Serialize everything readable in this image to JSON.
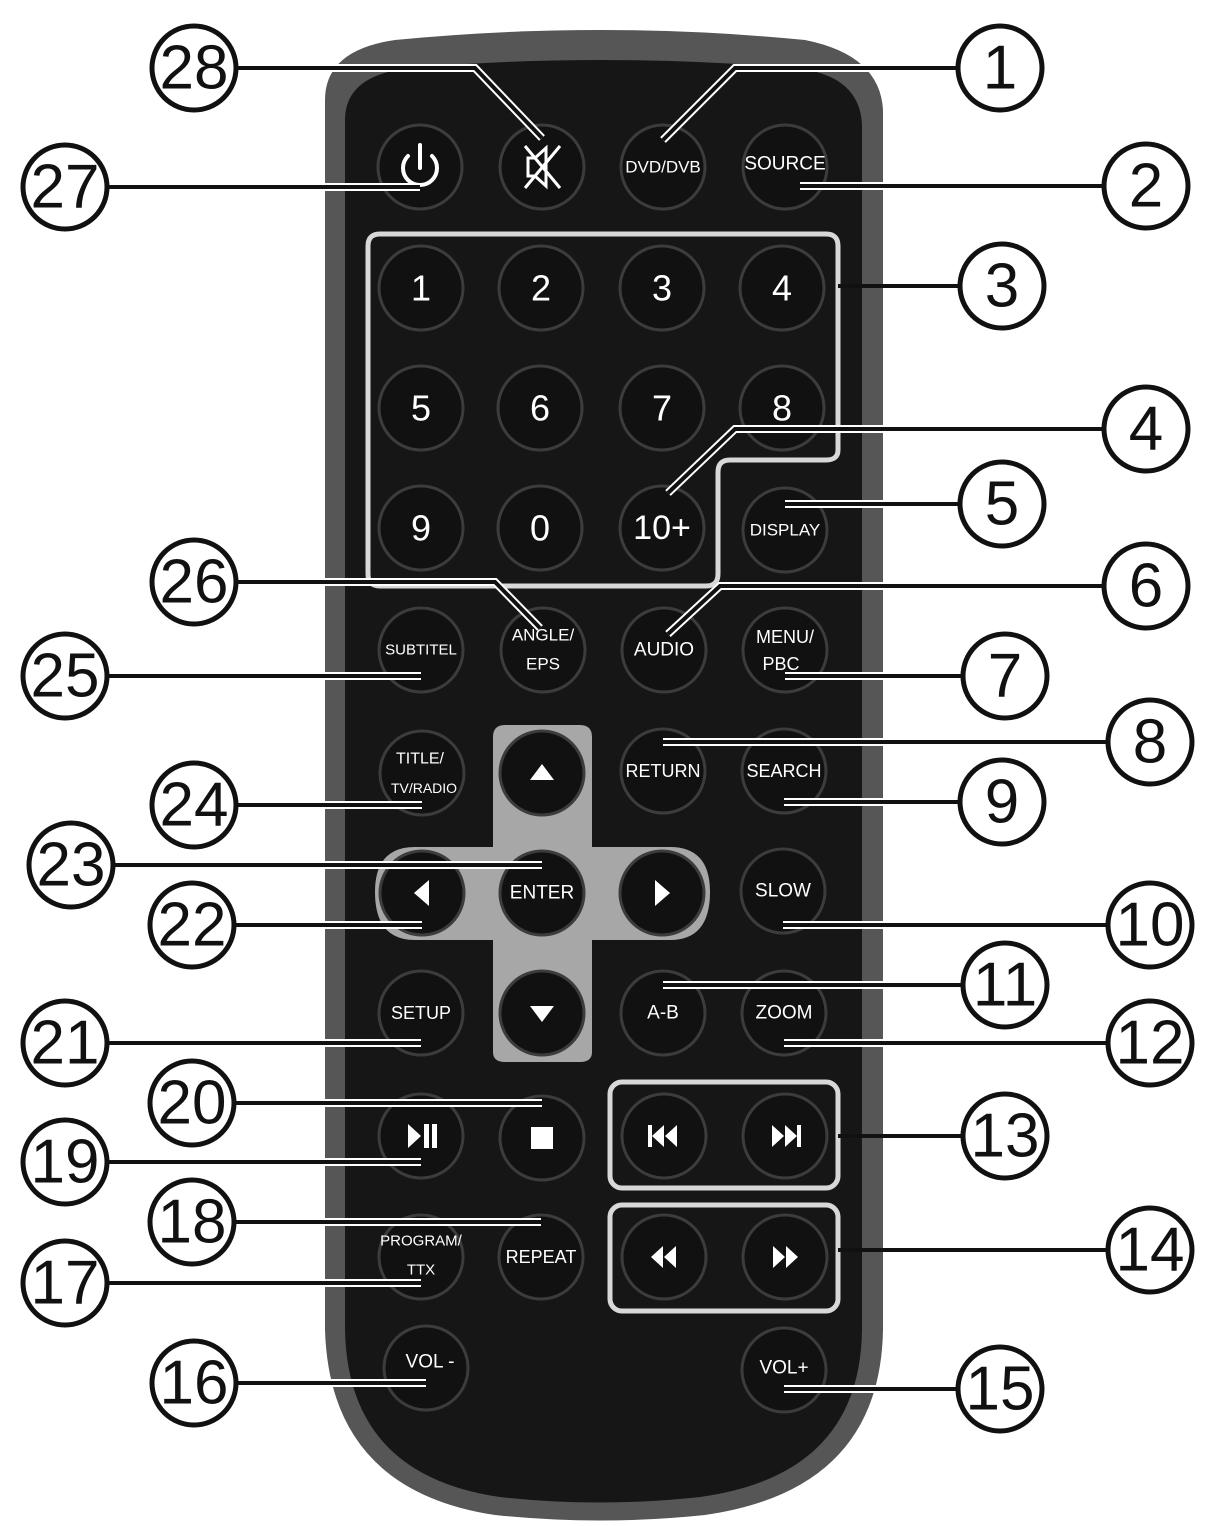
{
  "colors": {
    "body_outer": "#565656",
    "body_inner": "#151515",
    "button": "#111111",
    "button_edge": "#3c3c3c",
    "dpad": "#a7a7a7",
    "frame": "#d8d8d8",
    "text": "#ffffff",
    "callout": "#111111"
  },
  "buttons": {
    "power": {
      "icon": "power-icon"
    },
    "mute": {
      "icon": "mute-icon"
    },
    "dvd_dvb": {
      "label": "DVD/DVB"
    },
    "source": {
      "label": "SOURCE"
    },
    "num1": {
      "label": "1"
    },
    "num2": {
      "label": "2"
    },
    "num3": {
      "label": "3"
    },
    "num4": {
      "label": "4"
    },
    "num5": {
      "label": "5"
    },
    "num6": {
      "label": "6"
    },
    "num7": {
      "label": "7"
    },
    "num8": {
      "label": "8"
    },
    "num9": {
      "label": "9"
    },
    "num0": {
      "label": "0"
    },
    "num10plus": {
      "label": "10+"
    },
    "display": {
      "label": "DISPLAY"
    },
    "subtitel": {
      "label": "SUBTITEL"
    },
    "angle_eps": {
      "label1": "ANGLE/",
      "label2": "EPS"
    },
    "audio": {
      "label": "AUDIO"
    },
    "menu_pbc": {
      "label1": "MENU/",
      "label2": "PBC"
    },
    "title_tv_radio": {
      "label1": "TITLE/",
      "label2": "TV/RADIO"
    },
    "up": {
      "icon": "arrow-up-icon"
    },
    "return": {
      "label": "RETURN"
    },
    "search": {
      "label": "SEARCH"
    },
    "left": {
      "icon": "arrow-left-icon"
    },
    "enter": {
      "label": "ENTER"
    },
    "right": {
      "icon": "arrow-right-icon"
    },
    "slow": {
      "label": "SLOW"
    },
    "setup": {
      "label": "SETUP"
    },
    "down": {
      "icon": "arrow-down-icon"
    },
    "a_b": {
      "label": "A-B"
    },
    "zoom": {
      "label": "ZOOM"
    },
    "play_pause": {
      "icon": "play-pause-icon"
    },
    "stop": {
      "icon": "stop-icon"
    },
    "prev": {
      "icon": "skip-previous-icon"
    },
    "next": {
      "icon": "skip-next-icon"
    },
    "program_ttx": {
      "label1": "PROGRAM/",
      "label2": "TTX"
    },
    "repeat": {
      "label": "REPEAT"
    },
    "rewind": {
      "icon": "rewind-icon"
    },
    "fast_forward": {
      "icon": "fast-forward-icon"
    },
    "vol_minus": {
      "label": "VOL -"
    },
    "vol_plus": {
      "label": "VOL+"
    }
  },
  "callouts": [
    "1",
    "2",
    "3",
    "4",
    "5",
    "6",
    "7",
    "8",
    "9",
    "10",
    "11",
    "12",
    "13",
    "14",
    "15",
    "16",
    "17",
    "18",
    "19",
    "20",
    "21",
    "22",
    "23",
    "24",
    "25",
    "26",
    "27",
    "28"
  ]
}
